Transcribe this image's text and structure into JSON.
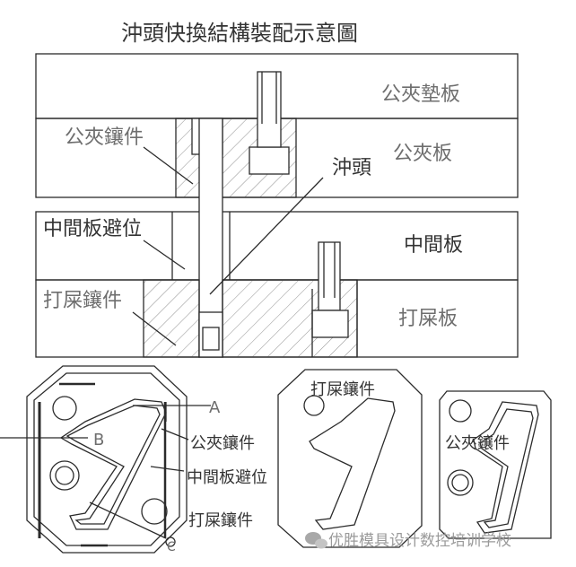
{
  "title": "沖頭快換結構裝配示意圖",
  "labels": {
    "top_plate": "公夾墊板",
    "punch_holder": "公夾板",
    "holder_insert": "公夾鑲件",
    "punch": "沖頭",
    "mid_clearance": "中間板避位",
    "mid_plate": "中間板",
    "stripper_insert": "打屎鑲件",
    "stripper_plate": "打屎板",
    "marker_a": "A",
    "marker_b": "B",
    "marker_c": "C",
    "detail_holder_insert": "公夾鑲件",
    "detail_mid_clearance": "中間板避位",
    "detail_stripper_insert": "打屎鑲件",
    "view2_label": "打屎鑲件",
    "view3_label": "公夾鑲件"
  },
  "watermark": {
    "icon": "wechat-icon",
    "text": "优胜模具设计数控培训学校"
  },
  "colors": {
    "line": "#2b2b2b",
    "hatch": "#9a9a9a",
    "label": "#6e6e6e"
  }
}
